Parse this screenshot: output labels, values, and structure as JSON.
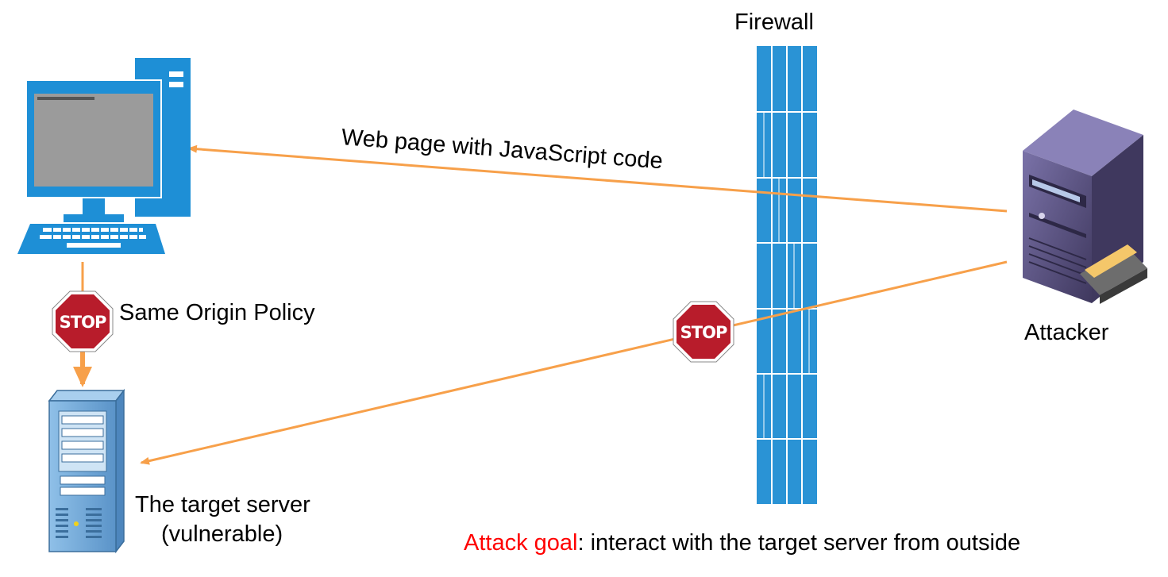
{
  "labels": {
    "firewall": "Firewall",
    "web_page": "Web page with JavaScript code",
    "same_origin": "Same Origin Policy",
    "attacker": "Attacker",
    "target_line1": "The target server",
    "target_line2": "(vulnerable)",
    "goal_prefix": "Attack goal",
    "goal_rest": ": interact with the target server from outside",
    "stop_sign": "STOP"
  },
  "colors": {
    "arrow": "#f7a04a",
    "firewall": "#2a93d5",
    "firewall_line": "#ffffff",
    "computer": "#1e8fd6",
    "screen": "#9b9b9b",
    "stop": "#b81c2b",
    "server_body": "#6aa4d6",
    "attacker_body": "#58507d",
    "goal_highlight": "#ff0000"
  },
  "icons": {
    "victim": "desktop-computer-icon",
    "target": "server-tower-icon",
    "attacker": "server-tower-icon",
    "stop": "stop-sign-icon",
    "firewall": "brick-wall-icon"
  }
}
